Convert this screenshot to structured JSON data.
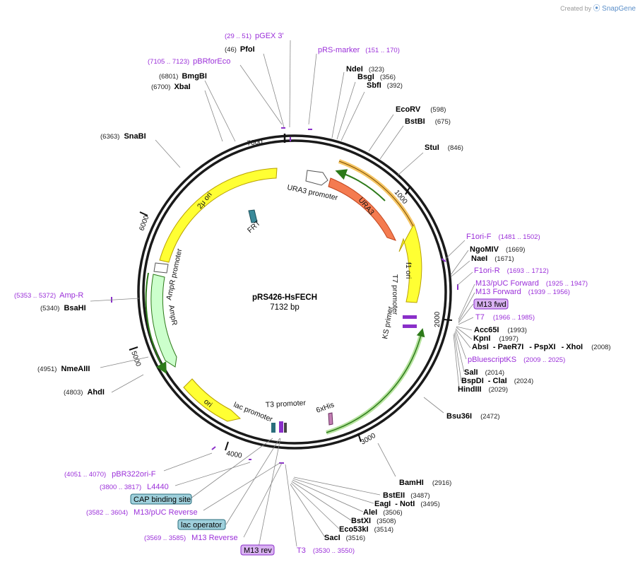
{
  "brand": {
    "created_by": "Created by",
    "name": "SnapGene"
  },
  "plasmid": {
    "name": "pRS426-HsFECH",
    "length": "7132 bp"
  },
  "ticks": [
    "1000",
    "2000",
    "3000",
    "4000",
    "5000",
    "6000",
    "7000"
  ],
  "features": [
    "URA3 promoter",
    "URA3",
    "f1 ori",
    "T7 promoter",
    "KS primer",
    "6xHis",
    "T3 promoter",
    "lac promoter",
    "ori",
    "AmpR",
    "AmpR promoter",
    "2μ ori",
    "FRT"
  ],
  "primers": {
    "pgex3": {
      "name": "pGEX 3'",
      "pos": "(29 .. 51)"
    },
    "pbrforeco": {
      "name": "pBRforEco",
      "pos": "(7105 .. 7123)"
    },
    "prsmarker": {
      "name": "pRS-marker",
      "pos": "(151 .. 170)"
    },
    "f1orif": {
      "name": "F1ori-F",
      "pos": "(1481 .. 1502)"
    },
    "f1orir": {
      "name": "F1ori-R",
      "pos": "(1693 .. 1712)"
    },
    "m13pucfwd": {
      "name": "M13/pUC Forward",
      "pos": "(1925 .. 1947)"
    },
    "m13forward": {
      "name": "M13 Forward",
      "pos": "(1939 .. 1956)"
    },
    "m13fwd": {
      "name": "M13 fwd"
    },
    "t7": {
      "name": "T7",
      "pos": "(1966 .. 1985)"
    },
    "pbluescriptks": {
      "name": "pBluescriptKS",
      "pos": "(2009 .. 2025)"
    },
    "ampr": {
      "name": "Amp-R",
      "pos": "(5353 .. 5372)"
    },
    "pbr322ori": {
      "name": "pBR322ori-F",
      "pos": "(4051 .. 4070)"
    },
    "l4440": {
      "name": "L4440",
      "pos": "(3800 .. 3817)"
    },
    "capsite": {
      "name": "CAP binding site"
    },
    "m13pucrev": {
      "name": "M13/pUC Reverse",
      "pos": "(3582 .. 3604)"
    },
    "lacop": {
      "name": "lac operator"
    },
    "m13reverse": {
      "name": "M13 Reverse",
      "pos": "(3569 .. 3585)"
    },
    "m13rev": {
      "name": "M13 rev"
    },
    "t3": {
      "name": "T3",
      "pos": "(3530 .. 3550)"
    }
  },
  "sites": {
    "pfoi": {
      "name": "PfoI",
      "pos": "(46)"
    },
    "bmgbi": {
      "name": "BmgBI",
      "pos": "(6801)"
    },
    "xbai": {
      "name": "XbaI",
      "pos": "(6700)"
    },
    "ndei": {
      "name": "NdeI",
      "pos": "(323)"
    },
    "bsgi": {
      "name": "BsgI",
      "pos": "(356)"
    },
    "sbfi": {
      "name": "SbfI",
      "pos": "(392)"
    },
    "ecorv": {
      "name": "EcoRV",
      "pos": "(598)"
    },
    "bstbi": {
      "name": "BstBI",
      "pos": "(675)"
    },
    "stui": {
      "name": "StuI",
      "pos": "(846)"
    },
    "snabi": {
      "name": "SnaBI",
      "pos": "(6363)"
    },
    "ngomiv": {
      "name": "NgoMIV",
      "pos": "(1669)"
    },
    "naei": {
      "name": "NaeI",
      "pos": "(1671)"
    },
    "acc65i": {
      "name": "Acc65I",
      "pos": "(1993)"
    },
    "kpni": {
      "name": "KpnI",
      "pos": "(1997)"
    },
    "absi": {
      "name": "AbsI",
      "name2": "- PaeR7I",
      "name3": "- PspXI",
      "name4": "- XhoI",
      "pos": "(2008)"
    },
    "sali": {
      "name": "SalI",
      "pos": "(2014)"
    },
    "bspdi": {
      "name": "BspDI",
      "name2": "- ClaI",
      "pos": "(2024)"
    },
    "hindiii": {
      "name": "HindIII",
      "pos": "(2029)"
    },
    "bsahi": {
      "name": "BsaHI",
      "pos": "(5340)"
    },
    "bsu36i": {
      "name": "Bsu36I",
      "pos": "(2472)"
    },
    "nmeaiii": {
      "name": "NmeAIII",
      "pos": "(4951)"
    },
    "ahdi": {
      "name": "AhdI",
      "pos": "(4803)"
    },
    "bamhi": {
      "name": "BamHI",
      "pos": "(2916)"
    },
    "bsteii": {
      "name": "BstEII",
      "pos": "(3487)"
    },
    "eagi": {
      "name": "EagI",
      "name2": "- NotI",
      "pos": "(3495)"
    },
    "alei": {
      "name": "AleI",
      "pos": "(3506)"
    },
    "bstxi": {
      "name": "BstXI",
      "pos": "(3508)"
    },
    "eco53ki": {
      "name": "Eco53kI",
      "pos": "(3514)"
    },
    "saci": {
      "name": "SacI",
      "pos": "(3516)"
    }
  }
}
